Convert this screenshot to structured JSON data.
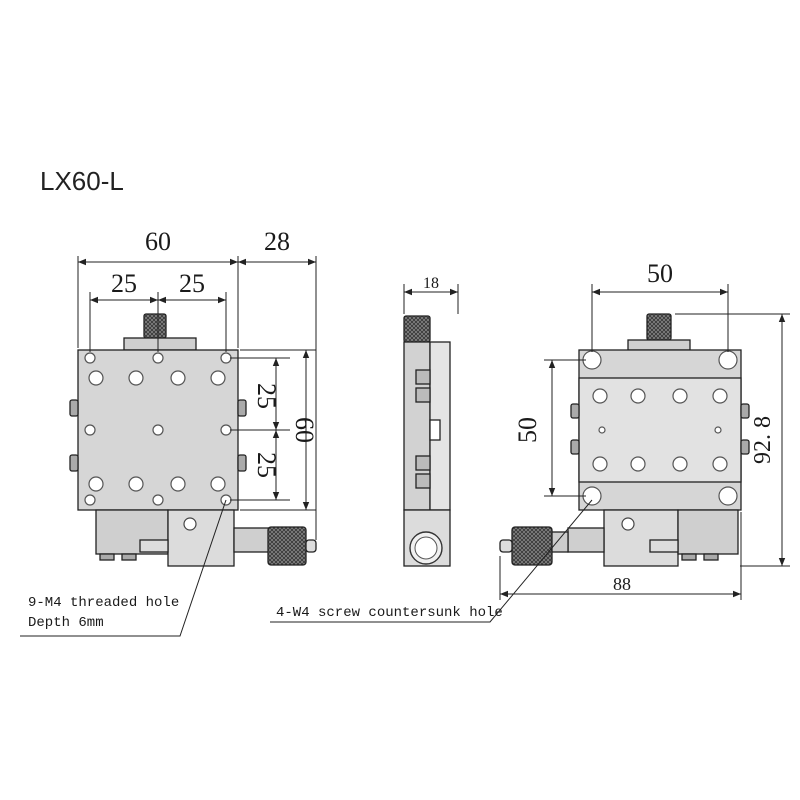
{
  "title": "LX60-L",
  "colors": {
    "ink": "#222222",
    "body": "#c8c8c8",
    "plate": "#d6d6d6",
    "hole": "#9a9a9a",
    "knob": "#2a2a2a"
  },
  "front_view": {
    "width_dim": "60",
    "spacing_left": "25",
    "spacing_right": "25",
    "offset_dim": "28",
    "height_dim": "60",
    "vert_upper": "25",
    "vert_lower": "25"
  },
  "side_view": {
    "thickness_dim": "18"
  },
  "top_view": {
    "hole_spacing_h": "50",
    "hole_spacing_v": "50",
    "total_height": "92. 8",
    "total_length": "88"
  },
  "notes": {
    "threaded_line1": "9-M4 threaded hole",
    "threaded_line2": "Depth 6mm",
    "countersunk": "4-W4 screw countersunk hole"
  }
}
